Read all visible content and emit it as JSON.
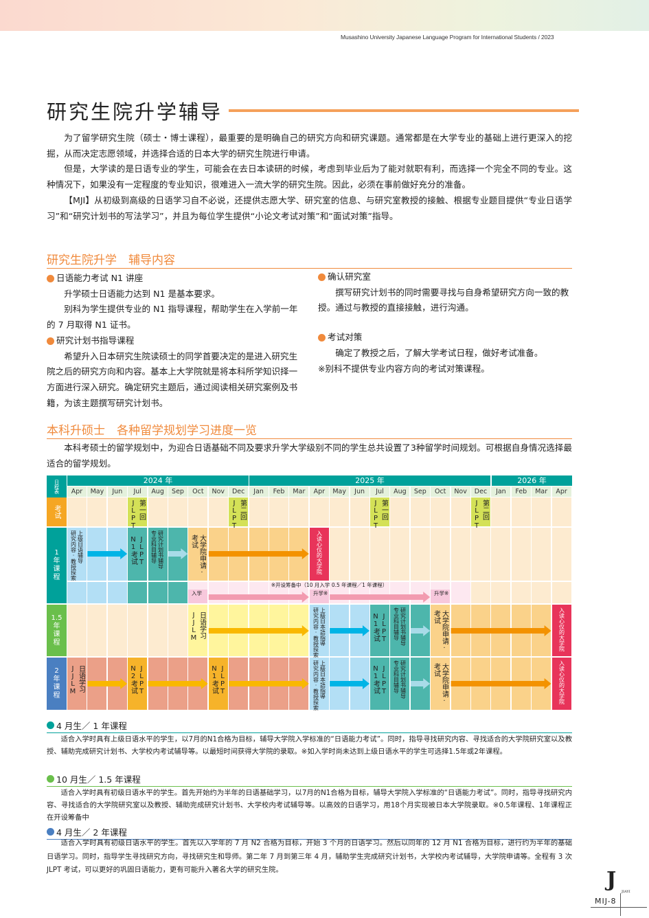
{
  "header": {
    "running_title": "Musashino University Japanese Language Program for International Students / 2023"
  },
  "title": "研究生院升学辅导",
  "intro": [
    "为了留学研究生院（硕士・博士课程），最重要的是明确自己的研究方向和研究课题。通常都是在大学专业的基础上进行更深入的挖掘，从而决定志愿领域，并选择合适的日本大学的研究生院进行申请。",
    "但是，大学读的是日语专业的学生，可能会在去日本读研的时候，考虑到毕业后为了能对就职有利，而选择一个完全不同的专业。这种情况下，如果没有一定程度的专业知识，很难进入一流大学的研究生院。因此，必须在事前做好充分的准备。",
    "【MJI】从初级到高级的日语学习自不必说，还提供志愿大学、研究室的信息、与研究室教授的接触、根据专业题目提供“专业日语学习”和“研究计划书的写法学习”，并且为每位学生提供“小论文考试对策”和“面试对策”指导。"
  ],
  "section1": {
    "heading": "研究生院升学　辅导内容",
    "left": [
      {
        "title": "日语能力考试 N1 讲座",
        "body": [
          "升学硕士日语能力达到 N1 是基本要求。",
          "别科为学生提供专业的 N1 指导课程，帮助学生在入学前一年的 7 月取得 N1 证书。"
        ]
      },
      {
        "title": "研究计划书指导课程",
        "body": [
          "希望升入日本研究生院读硕士的同学首要决定的是进入研究生院之后的研究方向和内容。基本上大学院就是将本科所学知识择一方面进行深入研究。确定研究主题后，通过阅读相关研究案例及书籍，为该主题撰写研究计划书。"
        ]
      }
    ],
    "right": [
      {
        "title": "确认研究室",
        "body": [
          "撰写研究计划书的同时需要寻找与自身希望研究方向一致的教授。通过与教授的直接接触，进行沟通。"
        ]
      },
      {
        "title": "考试对策",
        "body": [
          "确定了教授之后，了解大学考试日程，做好考试准备。"
        ],
        "note": "※别科不提供专业内容方向的考试对策课程。"
      }
    ]
  },
  "section2": {
    "heading": "本科升硕士　各种留学规划学习进度一览",
    "body": "本科考硕士的留学规划中，为迎合日语基础不同及要求升学大学级别不同的学生总共设置了3种留学时间规划。可根据自身情况选择最适合的留学规划。"
  },
  "schedule": {
    "corner": "日程表",
    "years": [
      "2024 年",
      "2025 年",
      "2026 年"
    ],
    "months": [
      "Apr",
      "May",
      "Jun",
      "Jul",
      "Aug",
      "Sep",
      "Oct",
      "Nov",
      "Dec",
      "Jan",
      "Feb",
      "Mar",
      "Apr",
      "May",
      "Jun",
      "Jul",
      "Aug",
      "Sep",
      "Oct",
      "Nov",
      "Dec",
      "Jan",
      "Feb",
      "Mar",
      "Apr"
    ],
    "rows": {
      "exam": "考试",
      "one_year": "1年课程",
      "one_half_year": "1.5年课程",
      "two_year": "2年课程"
    },
    "exams": [
      {
        "name": "JLPT",
        "round": "第一回"
      },
      {
        "name": "JLPT",
        "round": "第二回"
      },
      {
        "name": "JLPT",
        "round": "第一回"
      },
      {
        "name": "JLPT",
        "round": "第二回"
      }
    ],
    "labels": {
      "advanced_jp": "上级日语辅导",
      "research_search": "研究内容·教授探索",
      "advanced_jp2": "上級日本語指導",
      "jlpt": "JLPT",
      "n1": "N1考试",
      "n2": "N2考试",
      "plan": "研究计划书辅导",
      "subject": "专业科目辅导",
      "apply": "大学院申请·",
      "exam": "考试",
      "enroll_target": "入读心仪的大学院",
      "jjlm": "JJLM",
      "jp_study": "日语学习",
      "prep_note": "※开设筹备中（10 月入学 0.5 年课程／1 年课程）",
      "enter": "入学",
      "advance": "升学",
      "mark": "※"
    }
  },
  "courses": [
    {
      "title": "4 月生／ 1 年课程",
      "color": "#00a19a",
      "body": "适合入学时具有上级日语水平的学生，以7月的N1合格为目标，辅导大学院入学标准的“日语能力考试”。同时，指导寻找研究内容、寻找适合的大学院研究室以及教授、辅助完成研究计划书、大学校内考试辅导等。以最短时间获得大学院的录取。※如入学时尚未达到上级日语水平的学生可选择1.5年或2年课程。"
    },
    {
      "title": "10 月生／ 1.5 年课程",
      "color": "#6abf4b",
      "body": "适合入学时具有初级日语水平的学生。首先开始约为半年的日语基础学习，以7月的N1合格为目标，辅导大学院入学标准的“日语能力考试”。同时，指导寻找研究内容、寻找适合的大学院研究室以及教授、辅助完成研究计划书、大学校内考试辅导等。以高效的日语学习，用18个月实现被日本大学院录取。※0.5年课程、1年课程正在开设筹备中"
    },
    {
      "title": "4 月生／ 2 年课程",
      "color": "#4a7fc1",
      "body": "适合入学时具有初级日语水平的学生。首先以入学年的 7 月 N2 合格为目标，开始 3 个月的日语学习。然后以同年的 12 月 N1 合格为目标，进行约为半年的基础日语学习。同时，指导学生寻找研究方向，寻找研究生和导师。第二年 7 月到第三年 4 月，辅助学生完成研究计划书，大学校内考试辅导，大学院申请等。全程有 3 次 JLPT 考试，可以更好的巩固日语能力，更有可能升入著名大学的研究生院。"
    }
  ],
  "footer": {
    "logo": "J JIAYI",
    "page": "MIJ-8"
  }
}
